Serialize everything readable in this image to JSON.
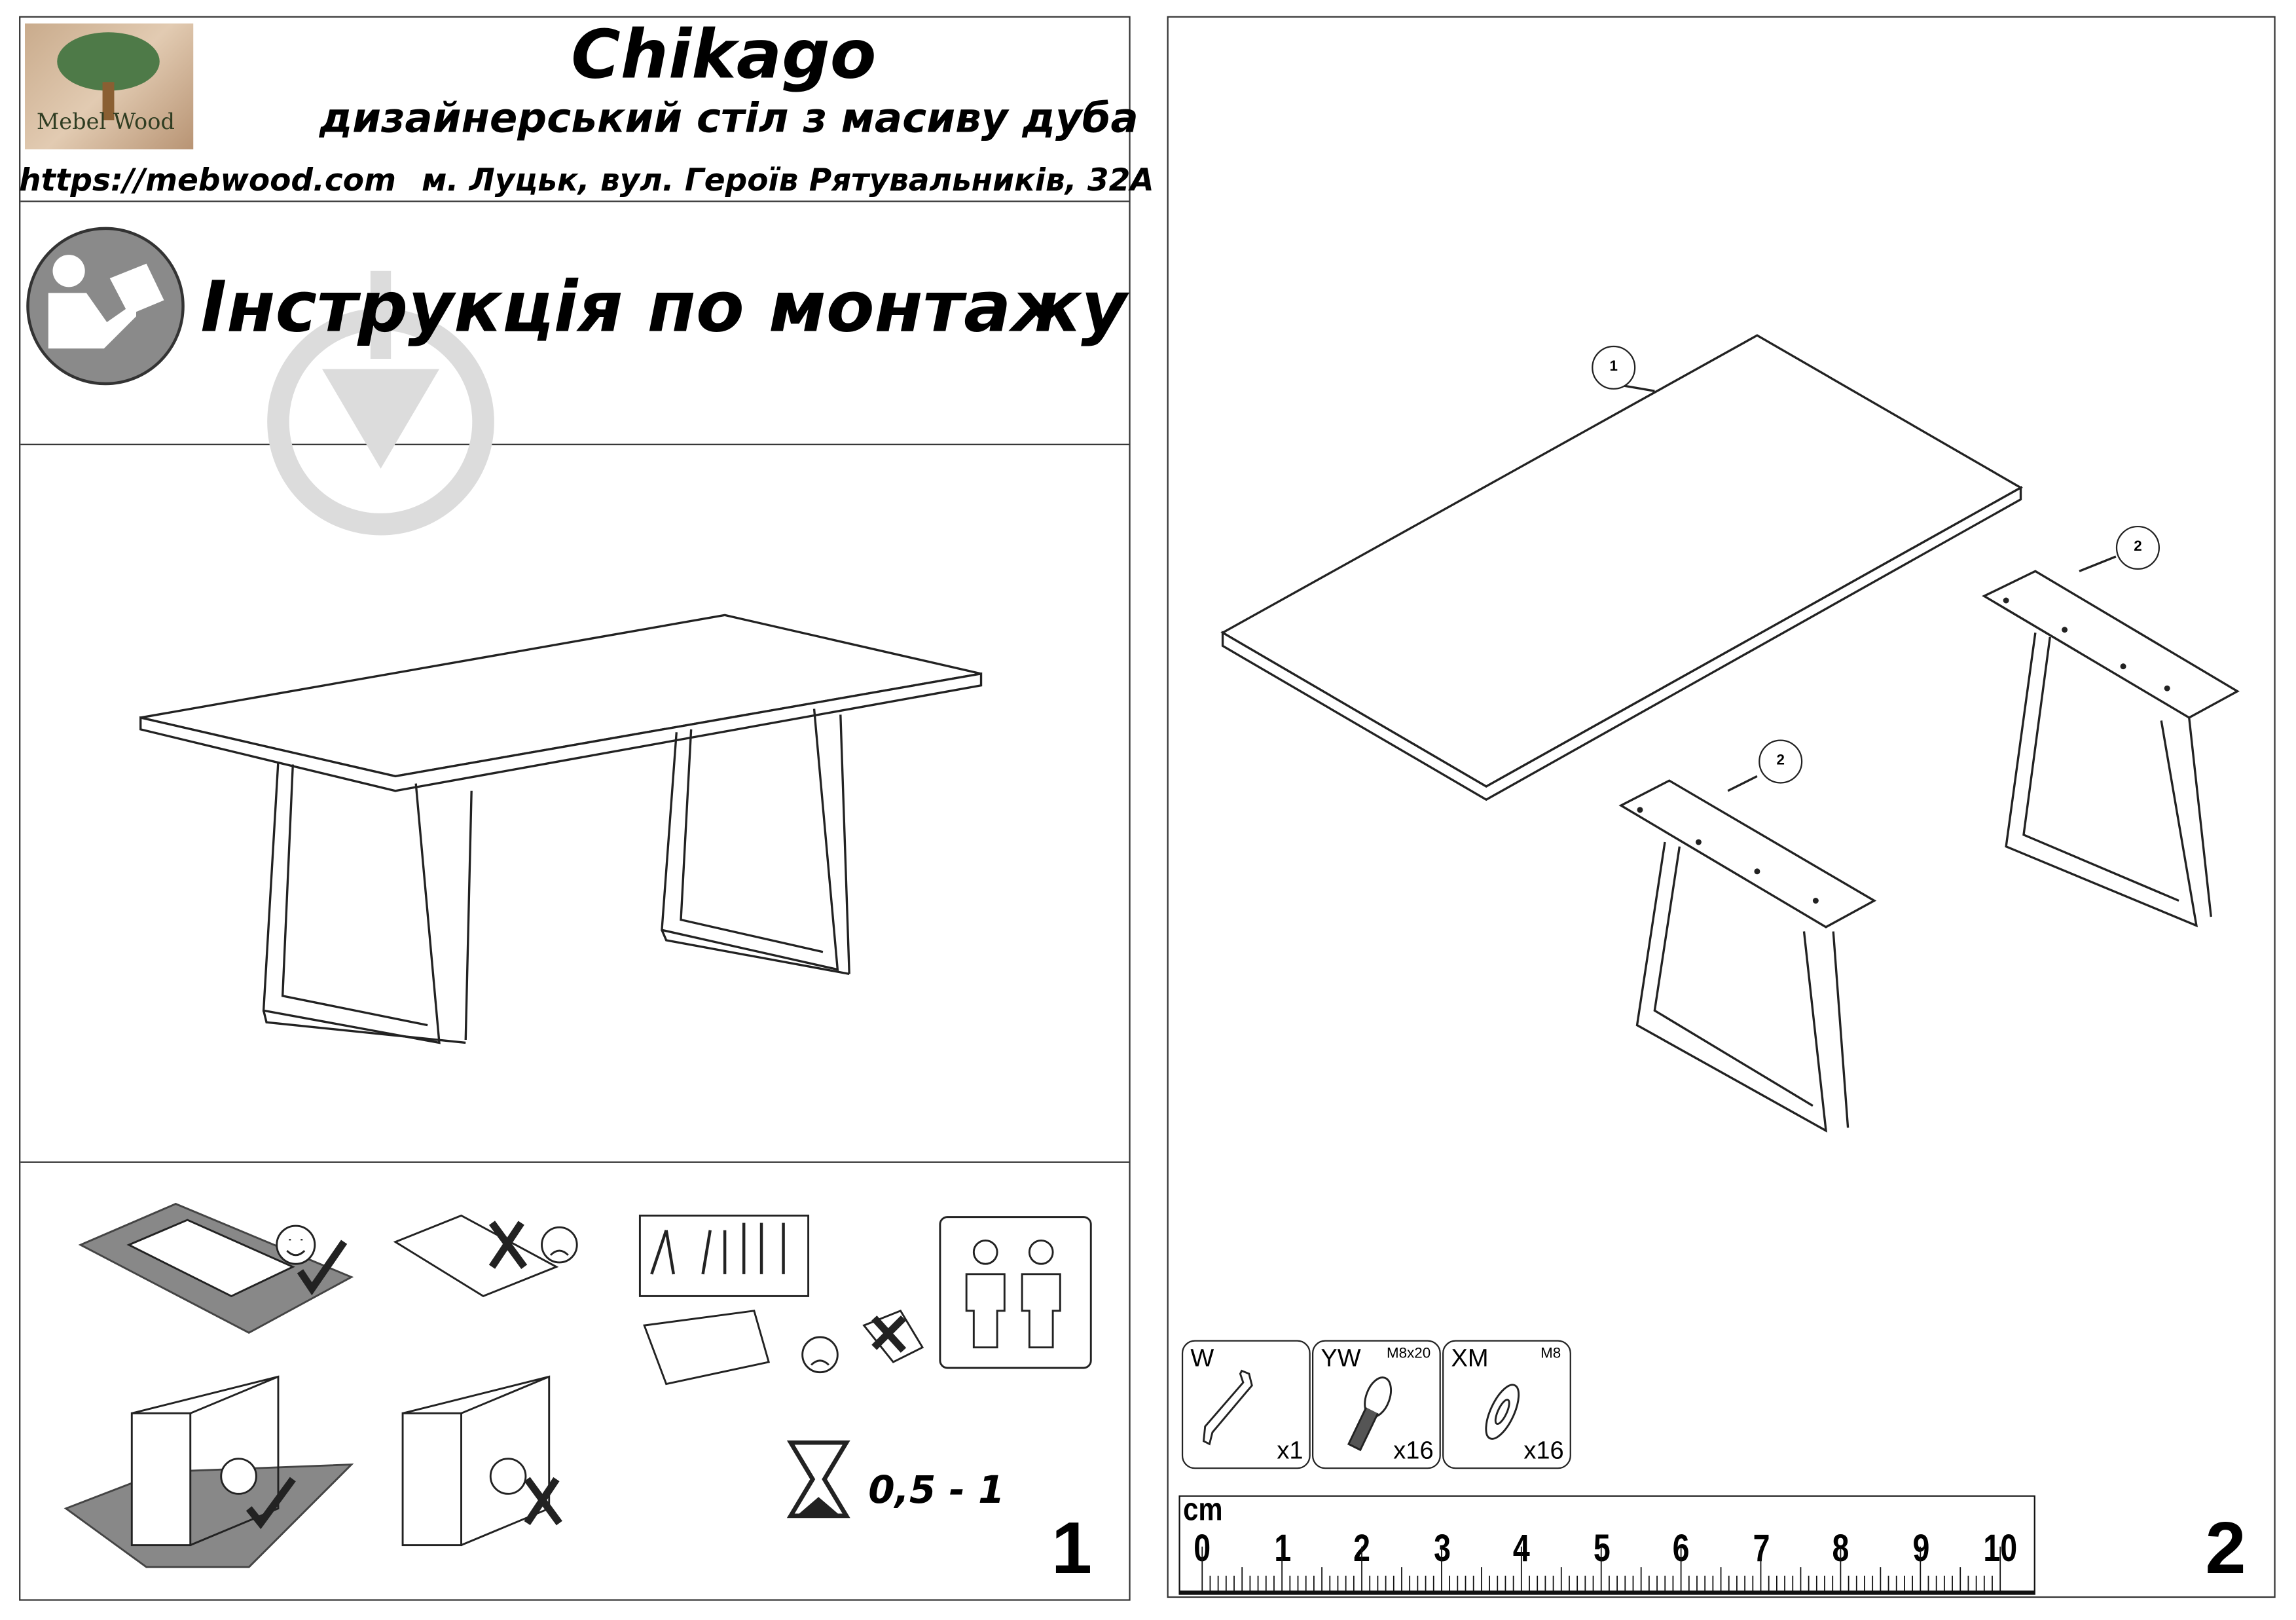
{
  "header": {
    "logo_text": "Mebel Wood",
    "title": "Chikago",
    "subtitle": "дизайнерський стіл з масиву дуба",
    "website": "https://mebwood.com",
    "address": "м. Луцьк, вул. Героїв Рятувальників, 32А"
  },
  "instructions_title": "Інструкція по монтажу",
  "assembly_time": "0,5 - 1",
  "page_left": "1",
  "page_right": "2",
  "callouts": [
    "1",
    "2",
    "2"
  ],
  "hardware": [
    {
      "code": "W",
      "spec": "",
      "qty": "x1",
      "icon": "hex-key-icon"
    },
    {
      "code": "YW",
      "spec": "M8x20",
      "qty": "x16",
      "icon": "bolt-icon"
    },
    {
      "code": "XM",
      "spec": "M8",
      "qty": "x16",
      "icon": "washer-icon"
    }
  ],
  "ruler": {
    "unit": "cm",
    "labels": [
      "0",
      "1",
      "2",
      "3",
      "4",
      "5",
      "6",
      "7",
      "8",
      "9",
      "10"
    ]
  },
  "colors": {
    "watermark": "#dcdcdc",
    "icon_circle": "#8a8a8a",
    "line": "#222222"
  }
}
